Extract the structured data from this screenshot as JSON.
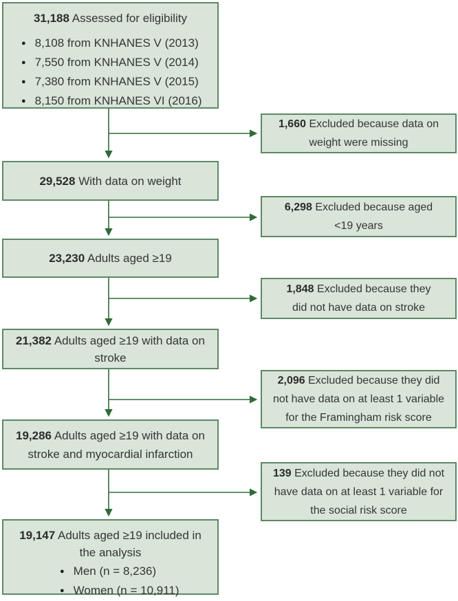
{
  "flowchart": {
    "colors": {
      "box_fill": "#d9e5d9",
      "box_border": "#5d8763",
      "arrow": "#2e6b38",
      "text": "#353535"
    },
    "main_boxes": [
      {
        "number": "31,188",
        "text": "Assessed for eligibility",
        "bullets": [
          "8,108 from KNHANES V (2013)",
          "7,550 from KNHANES V (2014)",
          "7,380 from KNHANES V (2015)",
          "8,150 from KNHANES VI (2016)"
        ]
      },
      {
        "number": "29,528",
        "text": "With data on weight"
      },
      {
        "number": "23,230",
        "text": "Adults aged ≥19"
      },
      {
        "number": "21,382",
        "text": "Adults aged ≥19 with data on\nstroke"
      },
      {
        "number": "19,286",
        "text": "Adults aged ≥19 with data on\nstroke and myocardial infarction"
      },
      {
        "number": "19,147",
        "text": "Adults aged ≥19 included in\nthe analysis",
        "bullets": [
          "Men (n = 8,236)",
          "Women (n = 10,911)"
        ]
      }
    ],
    "exclusion_boxes": [
      {
        "number": "1,660",
        "text": "Excluded because data on\nweight were missing"
      },
      {
        "number": "6,298",
        "text": "Excluded because aged\n<19 years"
      },
      {
        "number": "1,848",
        "text": "Excluded because they\ndid not have data on stroke"
      },
      {
        "number": "2,096",
        "text": "Excluded because they did\nnot have data on at least 1 variable\nfor the Framingham risk score"
      },
      {
        "number": "139",
        "text": "Excluded because they did not\nhave data on at least 1 variable for\nthe social risk score"
      }
    ]
  }
}
